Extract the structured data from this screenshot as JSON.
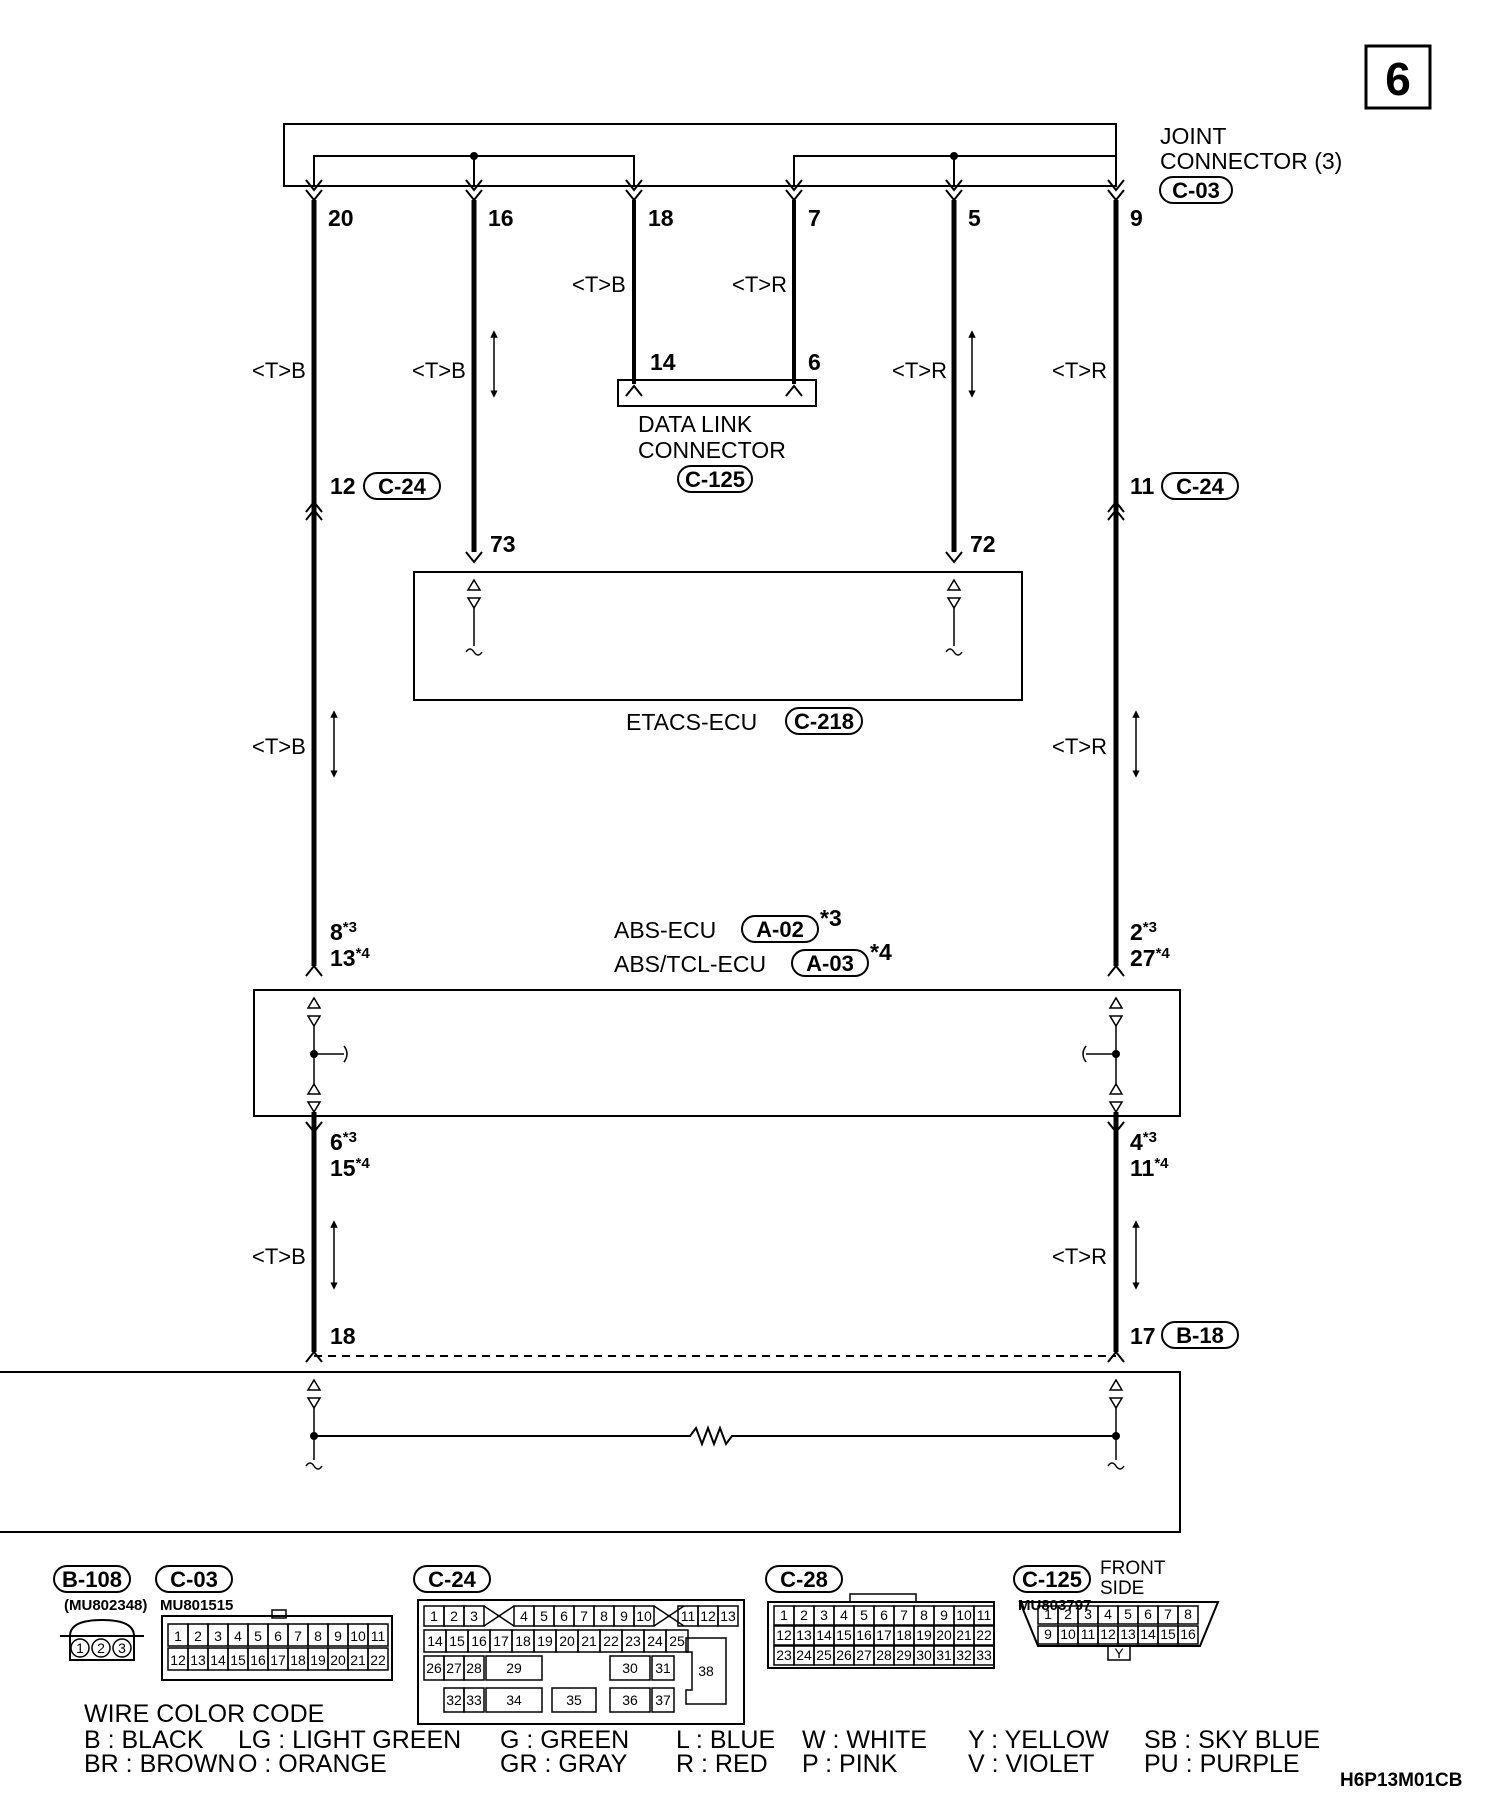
{
  "page_number": "6",
  "diagram_code": "H6P13M01CB",
  "joint_connector": {
    "name_line1": "JOINT",
    "name_line2": "CONNECTOR (3)",
    "tag": "C-03",
    "pins": [
      "20",
      "16",
      "18",
      "7",
      "5",
      "9"
    ]
  },
  "wire_labels": {
    "tb": "<T>B",
    "tr": "<T>R"
  },
  "data_link": {
    "line1": "DATA LINK",
    "line2": "CONNECTOR",
    "tag": "C-125",
    "pin_left": "14",
    "pin_right": "6"
  },
  "c24_left": {
    "pin": "12",
    "tag": "C-24"
  },
  "c24_right": {
    "pin": "11",
    "tag": "C-24"
  },
  "etacs": {
    "name": "ETACS-ECU",
    "tag": "C-218",
    "pin_left": "73",
    "pin_right": "72"
  },
  "abs": {
    "line1": "ABS-ECU",
    "tag1": "A-02",
    "star1": "*3",
    "line2": "ABS/TCL-ECU",
    "tag2": "A-03",
    "star2": "*4",
    "top_left_a": "8",
    "top_left_b": "13",
    "top_right_a": "2",
    "top_right_b": "27",
    "bot_left_a": "6",
    "bot_left_b": "15",
    "bot_right_a": "4",
    "bot_right_b": "11",
    "s3": "*3",
    "s4": "*4"
  },
  "b18": {
    "pin_left": "18",
    "pin_right": "17",
    "tag": "B-18"
  },
  "connectors": {
    "b108": {
      "tag": "B-108",
      "part": "(MU802348)",
      "pins": [
        "1",
        "2",
        "3"
      ]
    },
    "c03": {
      "tag": "C-03",
      "part": "MU801515",
      "row1": [
        "1",
        "2",
        "3",
        "4",
        "5",
        "6",
        "7",
        "8",
        "9",
        "10",
        "11"
      ],
      "row2": [
        "12",
        "13",
        "14",
        "15",
        "16",
        "17",
        "18",
        "19",
        "20",
        "21",
        "22"
      ]
    },
    "c24": {
      "tag": "C-24",
      "row1": [
        "1",
        "2",
        "3",
        "4",
        "5",
        "6",
        "7",
        "8",
        "9",
        "10",
        "11",
        "12",
        "13"
      ],
      "row2": [
        "14",
        "15",
        "16",
        "17",
        "18",
        "19",
        "20",
        "21",
        "22",
        "23",
        "24",
        "25"
      ],
      "row3": [
        "26",
        "27",
        "28",
        "29",
        "30",
        "31"
      ],
      "row4": [
        "32",
        "33",
        "34",
        "35",
        "36",
        "37"
      ],
      "big": "38"
    },
    "c28": {
      "tag": "C-28",
      "row1": [
        "1",
        "2",
        "3",
        "4",
        "5",
        "6",
        "7",
        "8",
        "9",
        "10",
        "11"
      ],
      "row2": [
        "12",
        "13",
        "14",
        "15",
        "16",
        "17",
        "18",
        "19",
        "20",
        "21",
        "22"
      ],
      "row3": [
        "23",
        "24",
        "25",
        "26",
        "27",
        "28",
        "29",
        "30",
        "31",
        "32",
        "33"
      ]
    },
    "c125": {
      "tag": "C-125",
      "part": "MU803797",
      "side_line1": "FRONT",
      "side_line2": "SIDE",
      "row1": [
        "1",
        "2",
        "3",
        "4",
        "5",
        "6",
        "7",
        "8"
      ],
      "row2": [
        "9",
        "10",
        "11",
        "12",
        "13",
        "14",
        "15",
        "16"
      ],
      "key": "Y"
    }
  },
  "wire_color_code": {
    "title": "WIRE COLOR CODE",
    "line1": [
      "B : BLACK",
      "LG : LIGHT GREEN",
      "G : GREEN",
      "L : BLUE",
      "W : WHITE",
      "Y : YELLOW",
      "SB : SKY BLUE"
    ],
    "line2": [
      "BR : BROWN",
      "O : ORANGE",
      "GR : GRAY",
      "R : RED",
      "P : PINK",
      "V : VIOLET",
      "PU : PURPLE"
    ]
  }
}
